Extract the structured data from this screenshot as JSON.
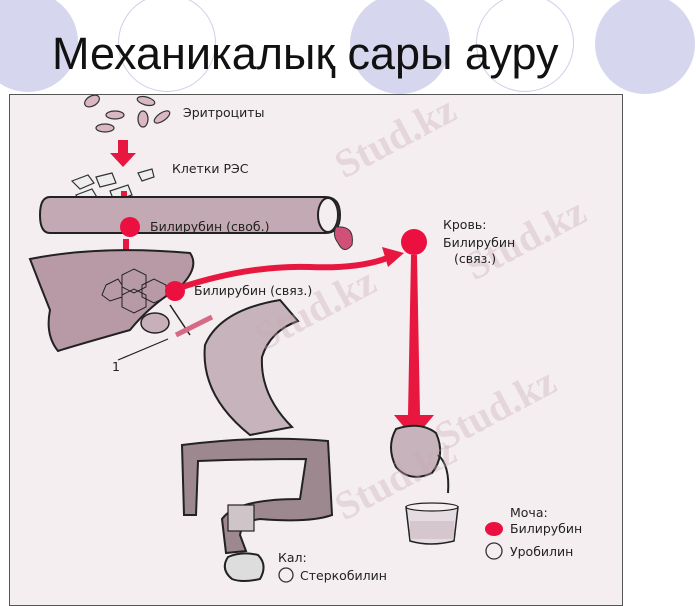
{
  "slide": {
    "title": "Механикалық сары ауру",
    "background_color": "#ffffff",
    "decor_circle_color": "#d6d6ee"
  },
  "figure": {
    "labels": {
      "erythrocytes": "Эритроциты",
      "res_cells": "Клетки РЭС",
      "bilirubin_free": "Билирубин (своб.)",
      "bilirubin_bound": "Билирубин (связ.)",
      "blood_title": "Кровь:",
      "blood_bilirubin": "Билирубин",
      "blood_bound": "(связ.)",
      "marker_1": "1",
      "urine_title": "Моча:",
      "urine_bilirubin": "Билирубин",
      "urine_urobilin": "Уробилин",
      "feces_title": "Кал:",
      "feces_stercobilin": "Стеркобилин"
    },
    "watermarks": [
      "Stud.kz",
      "Stud.kz",
      "Stud.kz",
      "Stud.kz",
      "Stud.kz"
    ],
    "colors": {
      "arrow_red": "#e8173f",
      "dot_red": "#ec1040",
      "organ_fill": "#b89aa6",
      "outline": "#2a2a2a"
    }
  }
}
